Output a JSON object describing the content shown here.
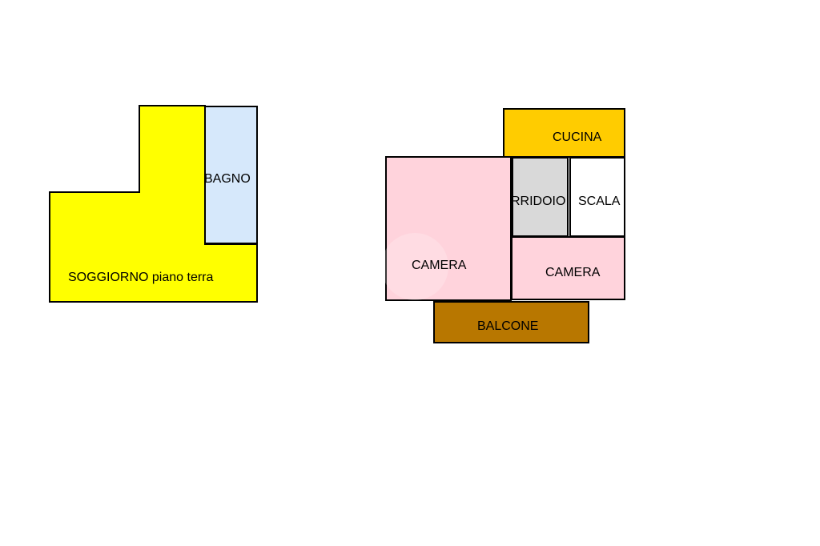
{
  "ground_floor": {
    "soggiorno": {
      "label": "SOGGIORNO piano terra",
      "color": "#FFFF00"
    },
    "bagno": {
      "label": "BAGNO",
      "color": "#D6E8FB"
    }
  },
  "upper_floor": {
    "cucina": {
      "label": "CUCINA",
      "color": "#FFCC00"
    },
    "corridoio": {
      "label": "CORRIDOIO",
      "color": "#D9D9D9"
    },
    "scala": {
      "label": "SCALA",
      "color": "#FFFFFF"
    },
    "camera_left": {
      "label": "CAMERA",
      "color": "#FFD3DC"
    },
    "camera_right": {
      "label": "CAMERA",
      "color": "#FFD3DC"
    },
    "balcone": {
      "label": "BALCONE",
      "color": "#B87700"
    }
  },
  "colors": {
    "wall": "#000000"
  }
}
